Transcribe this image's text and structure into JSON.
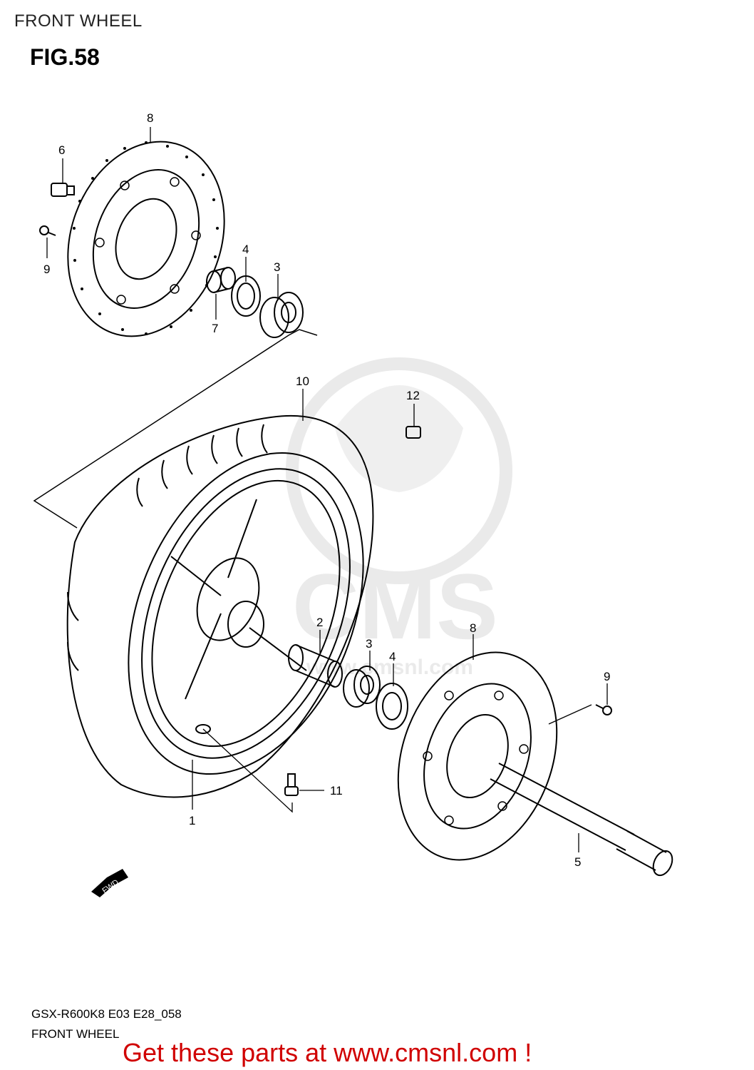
{
  "header": {
    "title": "FRONT WHEEL"
  },
  "figure": {
    "label": "FIG.58"
  },
  "callouts": {
    "c1": "1",
    "c2": "2",
    "c3a": "3",
    "c3b": "3",
    "c4a": "4",
    "c4b": "4",
    "c5": "5",
    "c6": "6",
    "c7": "7",
    "c8a": "8",
    "c8b": "8",
    "c9a": "9",
    "c9b": "9",
    "c10": "10",
    "c11": "11",
    "c12": "12"
  },
  "fwd_badge": "FWD",
  "watermark": {
    "brand": "CMS",
    "site": "www.cmsnl.com"
  },
  "footer": {
    "model_code": "GSX-R600K8 E03 E28_058",
    "name": "FRONT WHEEL",
    "promo": "Get these parts at www.cmsnl.com !"
  },
  "colors": {
    "promo": "#d00000",
    "line": "#000000",
    "watermark": "#d9d9d9"
  }
}
